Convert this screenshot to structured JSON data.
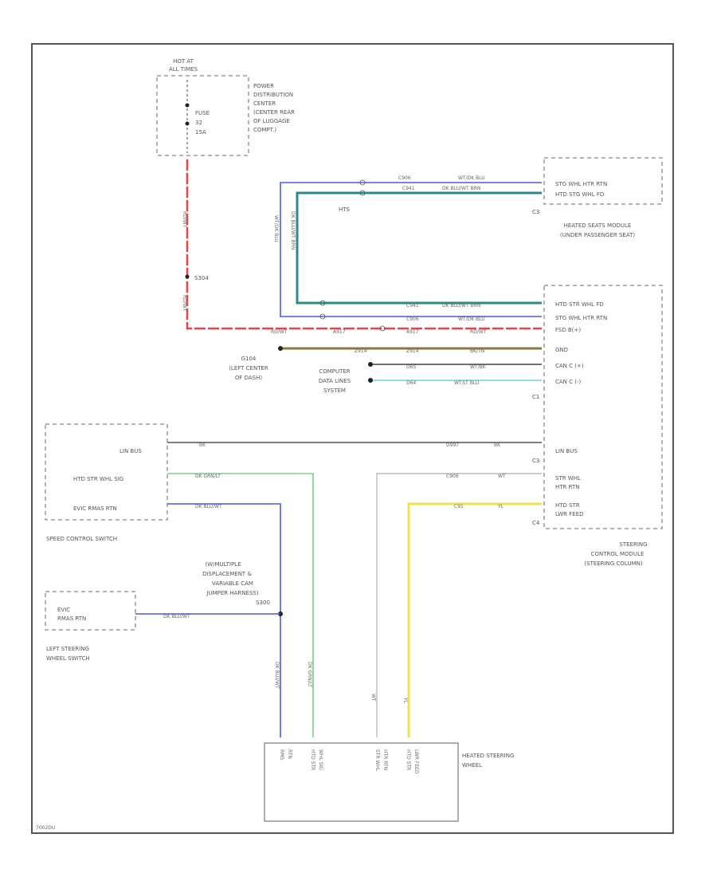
{
  "fuse_block": {
    "hot_at_line1": "HOT AT",
    "hot_at_line2": "ALL TIMES",
    "fuse_line1": "FUSE",
    "fuse_line2": "32",
    "fuse_line3": "15A",
    "pdc_line1": "POWER",
    "pdc_line2": "DISTRIBUTION",
    "pdc_line3": "CENTER",
    "pdc_line4": "(CENTER REAR",
    "pdc_line5": "OF LUGGAGE",
    "pdc_line6": "COMPT.)"
  },
  "splices": {
    "s304": "S304",
    "g104_line1": "G104",
    "g104_line2": "(LEFT CENTER",
    "g104_line3": "OF DASH)",
    "computer_line1": "COMPUTER",
    "computer_line2": "DATA LINES",
    "computer_line3": "SYSTEM",
    "hts": "HTS"
  },
  "heated_seats_module": {
    "pin1": "STG WHL HTR RTN",
    "pin2": "HTD STG WHL FD",
    "connector": "C3",
    "name_line1": "HEATED SEATS MODULE",
    "name_line2": "(UNDER PASSENGER SEAT)"
  },
  "steering_control_module": {
    "pin_fd": "HTD STR WHL FD",
    "pin_rtn": "STG WHL HTR RTN",
    "pin_fused": "FSD B(+)",
    "pin_gnd": "GND",
    "pin_canh": "CAN C (+)",
    "pin_canl": "CAN C (-)",
    "c1": "C1",
    "pin_linbus": "LIN BUS",
    "c3": "C3",
    "pin_stg1": "STR WHL",
    "pin_stg2": "HTR RTN",
    "pin_htd1": "HTD STR",
    "pin_htd2": "LWR FEED",
    "c4": "C4",
    "name_line1": "STEERING",
    "name_line2": "CONTROL MODULE",
    "name_line3": "(STEERING COLUMN)"
  },
  "speed_control_switch": {
    "pin_lin": "LIN BUS",
    "pin_htd": "HTD STR WHL SIG",
    "pin_evic": "EVIC RMAS RTN",
    "name": "SPEED CONTROL SWITCH"
  },
  "left_steering_switch": {
    "pin_line1": "EVIC",
    "pin_line2": "RMAS RTN",
    "name_line1": "LEFT STEERING",
    "name_line2": "WHEEL SWITCH"
  },
  "jumper_note": {
    "line1": "(W/MULTIPLE",
    "line2": "DISPLACEMENT &",
    "line3": "VARIABLE CAM",
    "line4": "JUMPER HARNESS)",
    "splice": "S300"
  },
  "heated_steering_wheel": {
    "name_line1": "HEATED STEERING",
    "name_line2": "WHEEL",
    "pin1_line1": "RMS",
    "pin1_line2": "RTN",
    "pin2_line1": "HTD STR",
    "pin2_line2": "WHL SIG",
    "pin3_line1": "STR WHL",
    "pin3_line2": "HTR RTN",
    "pin4_line1": "HTD STR",
    "pin4_line2": "LWR FEED"
  },
  "wire_labels": {
    "rtn_circuit": "C906",
    "rtn_color": "WT/DK BLU",
    "fd_circuit": "C941",
    "fd_color": "DK BLU/WT BRN",
    "red_vert": "RD/WT",
    "red_main": "RD/WT",
    "red_circuit": "A917",
    "red_color2": "RD/WT",
    "gnd_circuit": "Z914",
    "gnd_color": "BK/TN",
    "gnd_circuit2": "Z914",
    "canh_circuit": "D65",
    "canh_color": "WT/BK",
    "canl_circuit": "D64",
    "canl_color": "WT/LT BLU",
    "lin_color": "BK",
    "lin_circuit": "D997",
    "lin_color2": "BK",
    "htd_sig_color": "DK GRN/LT",
    "evic_color": "DK BLU/WT",
    "evic_left_color": "DK BLU/WT",
    "rtn_vert_circuit": "C906",
    "rtn_vert_color": "WT",
    "lwr_circuit": "C91",
    "lwr_color": "YL",
    "blue_vert1": "WT/DK BLU",
    "teal_vert1": "DK BLU/WT BRN",
    "vert_evic": "DK BLU/WT",
    "vert_grn": "DK GRN/LT",
    "vert_wt": "WT",
    "vert_yl": "YL"
  },
  "figure_id": "7002DU"
}
